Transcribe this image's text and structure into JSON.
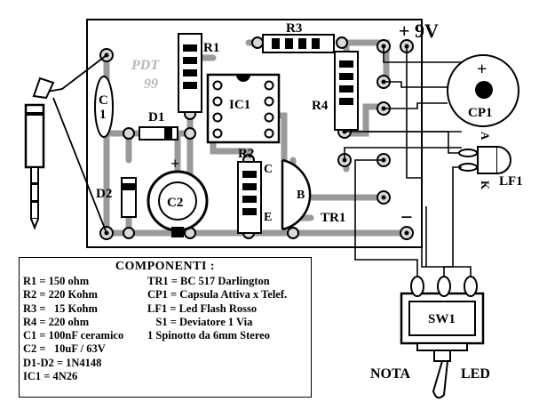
{
  "board": {
    "watermark": [
      "PDT",
      "99"
    ],
    "power_label": "+ 9V",
    "plus_sign": "+",
    "minus_sign": "−",
    "c2_plus": "+"
  },
  "labels": {
    "r1": "R1",
    "r2": "R2",
    "r3": "R3",
    "r4": "R4",
    "c1": "C",
    "c1_b": "1",
    "c2": "C2",
    "d1": "D1",
    "d2": "D2",
    "ic1": "IC1",
    "tr1": "TR1",
    "tr_c": "C",
    "tr_b": "B",
    "tr_e": "E",
    "cp1": "CP1",
    "cp1_plus": "+",
    "lf1": "LF1",
    "led_a": "A",
    "led_k": "K",
    "sw1": "SW1",
    "nota": "NOTA",
    "led": "LED"
  },
  "legend": {
    "title": "COMPONENTI :",
    "left": [
      "R1 = 150 ohm",
      "R2 = 220 Kohm",
      "R3 =   15 Kohm",
      "R4 = 220 ohm",
      "C1 = 100nF ceramico",
      "C2 =   10uF / 63V",
      "D1-D2 = 1N4148",
      "IC1 = 4N26"
    ],
    "right": [
      "TR1 = BC 517 Darlington",
      "CP1 = Capsula Attiva x Telef.",
      "LF1 = Led Flash Rosso",
      "   S1 = Deviatore 1 Via",
      "1 Spinotto da 6mm Stereo"
    ]
  },
  "colors": {
    "ink": "#000000",
    "pad_fill": "#d9d9d9",
    "board_bg": "#ffffff",
    "watermark": "#b8b8b8"
  }
}
